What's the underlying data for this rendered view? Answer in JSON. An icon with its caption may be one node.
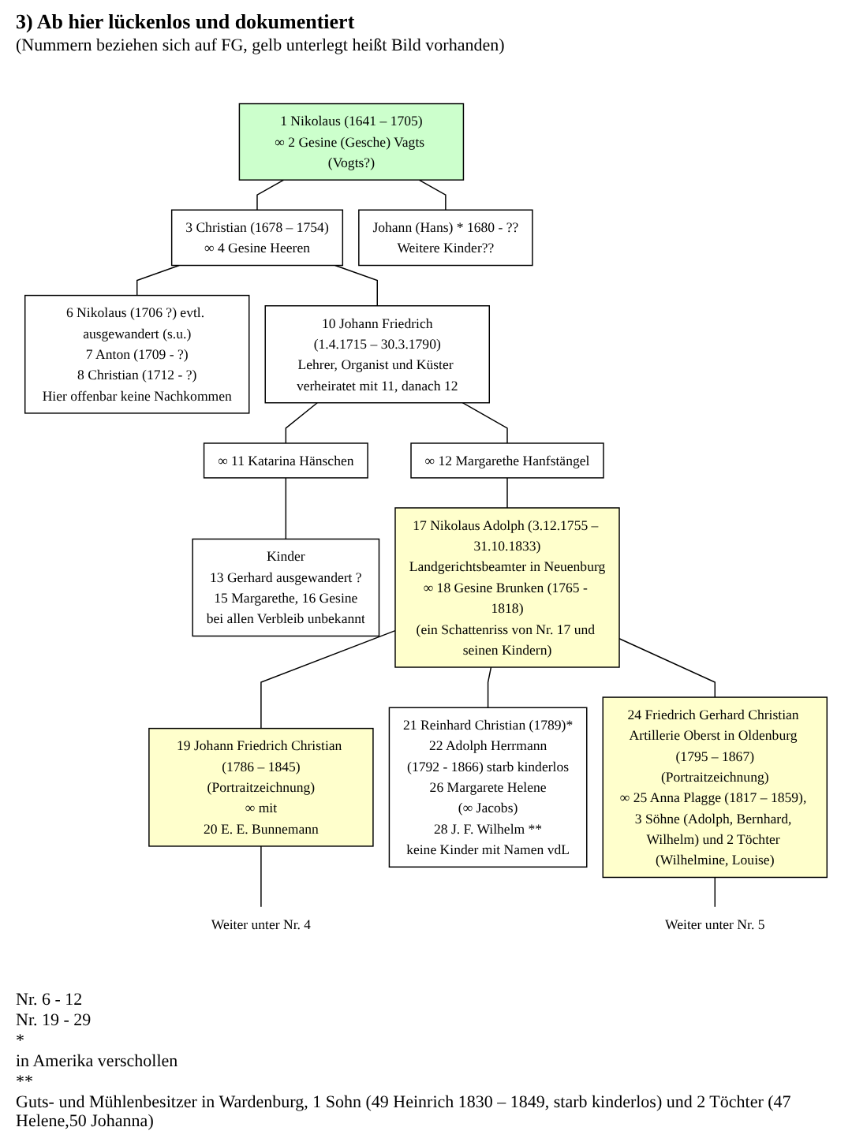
{
  "diagram": {
    "title": "3) Ab hier lückenlos und dokumentiert",
    "nodes": [
      {
        "text": [
          "1 Nikolaus (1641 – 1705)",
          "∞ 2 Gesine (Gesche) Vagts (Vogts?)"
        ]
      },
      {
        "text": [
          "3 Christian (1678 – 1754)",
          "∞ 4 Gesine Heeren"
        ]
      },
      {
        "text": [
          "Johann (Hans) * 1680 - ??",
          "Weitere Kinder??"
        ]
      },
      {
        "text": [
          "6 Nikolaus (1706 ?) evtl. ausgewandert (s.u.)",
          "7 Anton (1709 - ?)",
          "8 Christian (1712 - ?)",
          "Hier offenbar keine Nachkommen"
        ]
      },
      {
        "text": [
          "10 Johann Friedrich",
          "(1.4.1715 – 30.3.1790)",
          "Lehrer, Organist und Küster verheiratet mit 11, danach 12"
        ]
      },
      {
        "text": [
          "∞ 11 Katarina Hänschen"
        ]
      },
      {
        "text": [
          "∞ 12 Margarethe Hanfstängel"
        ]
      },
      {
        "text": [
          "Kinder",
          "13 Gerhard ausgewandert ?",
          "15 Margarethe, 16 Gesine",
          "bei allen Verbleib unbekannt"
        ]
      },
      {
        "text": [
          "17 Nikolaus Adolph (3.12.1755 – 31.10.1833)",
          "Landgerichtsbeamter in Neuenburg",
          "∞ 18 Gesine Brunken (1765 - 1818)",
          "(ein Schattenriss von Nr. 17 und seinen Kindern)"
        ]
      },
      {
        "text": [
          "19 Johann Friedrich Christian (1786 – 1845)",
          "(Portraitzeichnung)",
          "∞ mit",
          "20 E. E. Bunnemann"
        ]
      },
      {
        "text": [
          "21 Reinhard Christian (1789)*",
          "22 Adolph Herrmann",
          "(1792 - 1866) starb kinderlos",
          "26 Margarete Helene",
          "(∞ Jacobs)",
          "28 J. F. Wilhelm **",
          "keine Kinder mit Namen vdL"
        ]
      },
      {
        "text": [
          "24 Friedrich Gerhard Christian Artillerie Oberst in Oldenburg (1795 – 1867)",
          "(Portraitzeichnung)",
          "∞ 25 Anna Plagge (1817 – 1859), 3 Söhne (Adolph, Bernhard, Wilhelm) und 2 Töchter (Wilhelmine, Louise)"
        ]
      },
      {
        "text": [
          "Weiter unter Nr. 4"
        ]
      },
      {
        "text": [
          "Weiter unter Nr. 5"
        ]
      }
    ],
    "edges": [
      {
        "from": 0,
        "to": 1,
        "arrow": "none"
      },
      {
        "from": 0,
        "to": 2,
        "arrow": "none"
      },
      {
        "from": 1,
        "to": 3,
        "arrow": "none"
      },
      {
        "from": 1,
        "to": 4,
        "arrow": "none"
      },
      {
        "from": 4,
        "to": 5,
        "arrow": "none"
      },
      {
        "from": 4,
        "to": 6,
        "arrow": "none"
      },
      {
        "from": 5,
        "to": 7,
        "arrow": "none"
      },
      {
        "from": 6,
        "to": 8,
        "arrow": "none"
      },
      {
        "from": 8,
        "to": 9,
        "arrow": "none"
      },
      {
        "from": 8,
        "to": 10,
        "arrow": "none"
      },
      {
        "from": 8,
        "to": 11,
        "arrow": "none"
      },
      {
        "from": 9,
        "to": 12,
        "arrow": "none"
      },
      {
        "from": 11,
        "to": 13,
        "arrow": "none"
      }
    ],
    "labels": [
      "(Nummern beziehen sich auf FG, gelb unterlegt heißt Bild vorhanden)",
      "Nr. 6 - 12",
      "Nr. 19 - 29",
      "*",
      "in Amerika verschollen",
      "**",
      "Guts- und Mühlenbesitzer in Wardenburg, 1 Sohn (49 Heinrich 1830 – 1849, starb kinderlos) und 2 Töchter (47 Helene,50 Johanna)"
    ]
  }
}
